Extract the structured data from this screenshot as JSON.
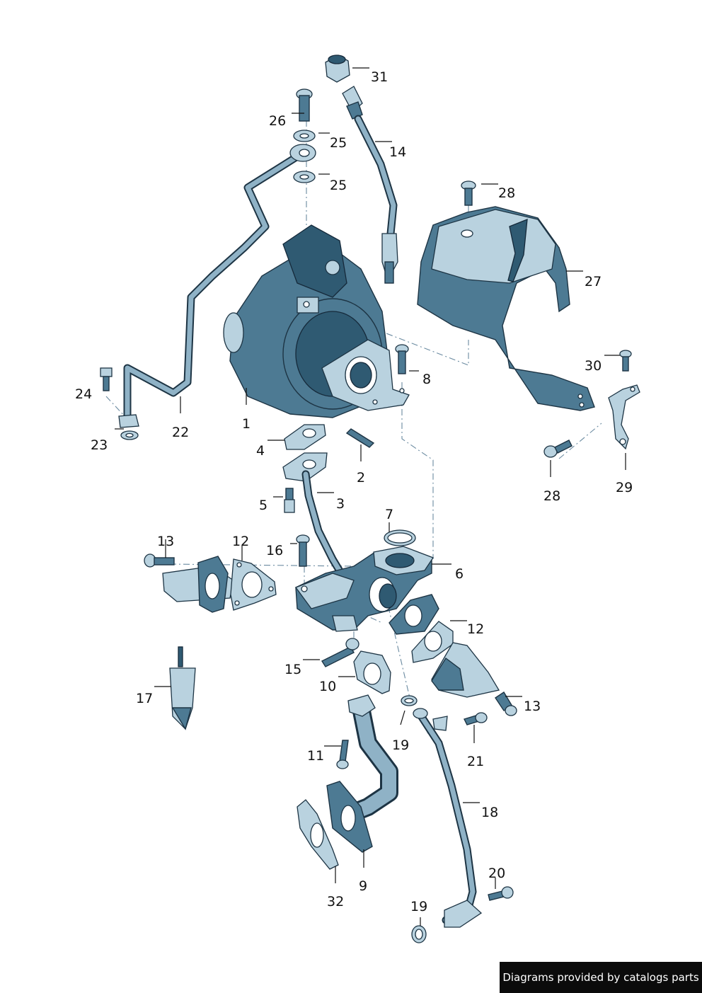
{
  "credit": "Diagrams provided by catalogs parts",
  "callouts": {
    "n1": "1",
    "n2": "2",
    "n3": "3",
    "n4": "4",
    "n5": "5",
    "n6": "6",
    "n7": "7",
    "n8": "8",
    "n9": "9",
    "n10": "10",
    "n11": "11",
    "n12a": "12",
    "n12b": "12",
    "n13a": "13",
    "n13b": "13",
    "n14": "14",
    "n15": "15",
    "n16": "16",
    "n17": "17",
    "n18": "18",
    "n19a": "19",
    "n19b": "19",
    "n20": "20",
    "n21": "21",
    "n22": "22",
    "n23": "23",
    "n24": "24",
    "n25a": "25",
    "n25b": "25",
    "n26": "26",
    "n27": "27",
    "n28a": "28",
    "n28b": "28",
    "n29": "29",
    "n30": "30",
    "n31": "31",
    "n32": "32"
  },
  "colors": {
    "metal": "#4d7a93",
    "metal_light": "#b9d2df",
    "outline": "#1d3444"
  }
}
